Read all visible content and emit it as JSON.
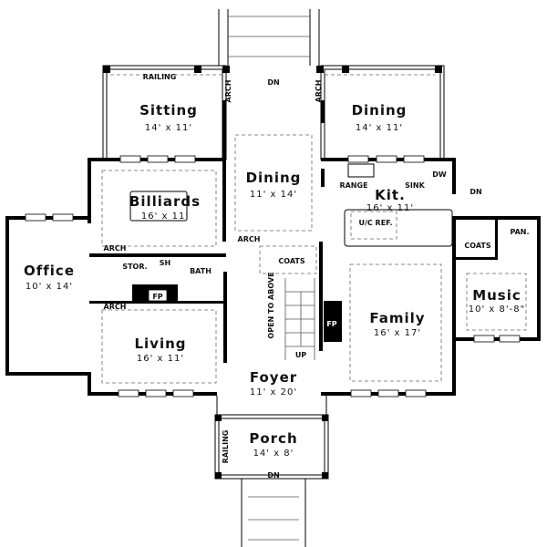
{
  "rooms": {
    "sitting": {
      "name": "Sitting",
      "dims": "14' x 11'"
    },
    "dining_rear": {
      "name": "Dining",
      "dims": "14' x 11'"
    },
    "dining": {
      "name": "Dining",
      "dims": "11' x 14'"
    },
    "billiards": {
      "name": "Billiards",
      "dims": "16' x 11'"
    },
    "kitchen": {
      "name": "Kit.",
      "dims": "16' x 11'"
    },
    "office": {
      "name": "Office",
      "dims": "10' x 14'"
    },
    "music": {
      "name": "Music",
      "dims": "10' x 8'-8\""
    },
    "family": {
      "name": "Family",
      "dims": "16' x 17'"
    },
    "living": {
      "name": "Living",
      "dims": "16' x 11'"
    },
    "foyer": {
      "name": "Foyer",
      "dims": "11' x 20'"
    },
    "porch": {
      "name": "Porch",
      "dims": "14' x 8'"
    }
  },
  "labels": {
    "railing_top": "RAILING",
    "dn_top": "DN",
    "arch_left": "ARCH",
    "arch_right": "ARCH",
    "range": "RANGE",
    "sink": "SINK",
    "dw": "DW",
    "uc_ref": "U/C REF.",
    "dn_side": "DN",
    "coats_side": "COATS",
    "pantry": "PAN.",
    "arch_billiards": "ARCH",
    "storage": "STOR.",
    "shower": "SH",
    "bath": "BATH",
    "fp_living": "FP",
    "arch_living": "ARCH",
    "arch_center": "ARCH",
    "coats_center": "COATS",
    "open_to_above": "OPEN TO ABOVE",
    "up": "UP",
    "fp_family": "FP",
    "railing_porch": "RAILING",
    "dn_porch": "DN"
  }
}
